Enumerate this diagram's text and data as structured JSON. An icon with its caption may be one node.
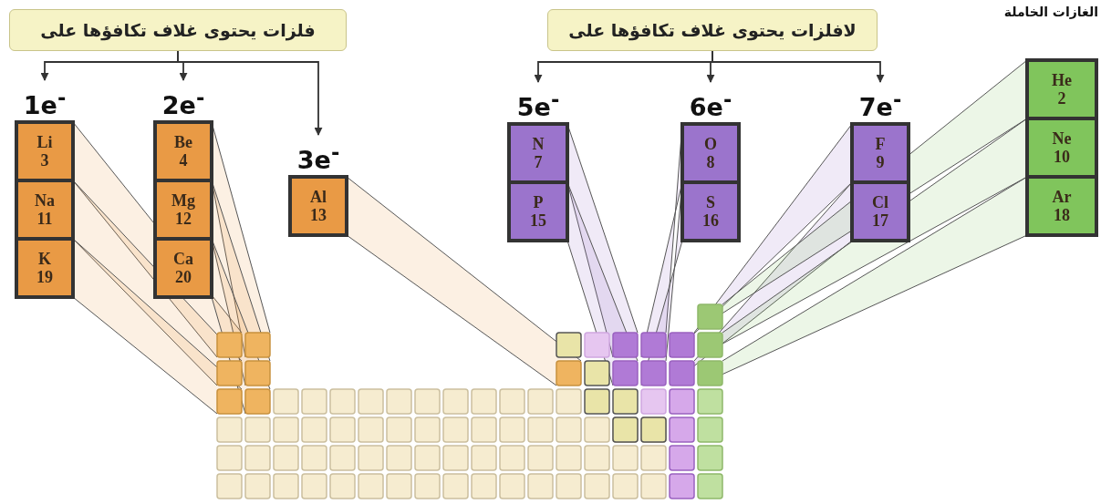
{
  "diagram": {
    "nodes": [
      {
        "text": [
          "فلزات يحتوى غلاف تكافؤها على"
        ]
      },
      {
        "text": [
          "1e$^{-}$"
        ]
      },
      {
        "text": [
          "Li",
          "3"
        ],
        "in": 1
      },
      {
        "text": [
          "Na",
          "11"
        ],
        "in": 1
      },
      {
        "text": [
          "K",
          "19"
        ],
        "in": 1
      },
      {
        "text": [
          "2e$^{-}$"
        ]
      },
      {
        "text": [
          "Be",
          "4"
        ],
        "in": 5
      },
      {
        "text": [
          "Mg",
          "12"
        ],
        "in": 5
      },
      {
        "text": [
          "Ca",
          "20"
        ],
        "in": 5
      },
      {
        "text": [
          "3e$^{-}$"
        ]
      },
      {
        "text": [
          "Al",
          "13"
        ],
        "in": 9
      },
      {
        "text": [
          "لافلزات يحتوى غلاف تكافؤها على"
        ]
      },
      {
        "text": [
          "5e$^{-}$"
        ]
      },
      {
        "text": [
          "N",
          "7"
        ],
        "in": 12
      },
      {
        "text": [
          "P",
          "15"
        ],
        "in": 12
      },
      {
        "text": [
          "6e$^{-}$"
        ]
      },
      {
        "text": [
          "O",
          "8"
        ],
        "in": 15
      },
      {
        "text": [
          "S",
          "16"
        ],
        "in": 15
      },
      {
        "text": [
          "7e$^{-}$"
        ]
      },
      {
        "text": [
          "F",
          "9"
        ],
        "in": 18
      },
      {
        "text": [
          "Cl",
          "17"
        ],
        "in": 18
      },
      {
        "text": [
          "الغازات الخاملة"
        ]
      },
      {
        "text": [
          "He",
          "2"
        ],
        "in": 21
      },
      {
        "text": [
          "Ne",
          "10"
        ],
        "in": 21
      },
      {
        "text": [
          "Ar",
          "18"
        ],
        "in": 21
      }
    ],
    "edges": [
      {
        "from": 0,
        "to": 1,
        "arrow": "to"
      },
      {
        "from": 0,
        "to": 5,
        "arrow": "to"
      },
      {
        "from": 0,
        "to": 9,
        "arrow": "to"
      },
      {
        "from": 11,
        "to": 12,
        "arrow": "to"
      },
      {
        "from": 11,
        "to": 15,
        "arrow": "to"
      },
      {
        "from": 11,
        "to": 18,
        "arrow": "to"
      }
    ]
  }
}
